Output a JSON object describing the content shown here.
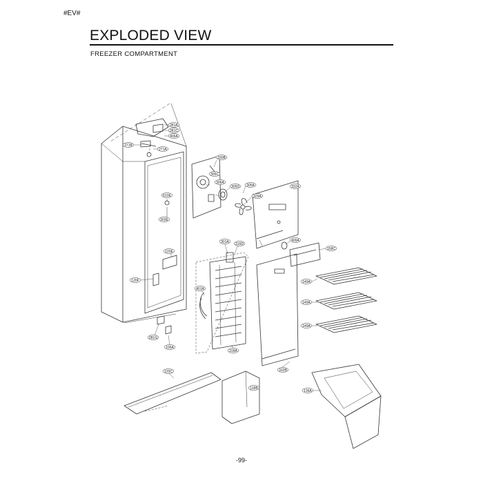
{
  "header": {
    "tag": "#EV#",
    "title": "EXPLODED VIEW",
    "subtitle": "FREEZER COMPARTMENT"
  },
  "footer": {
    "page": "-99-"
  },
  "callouts": {
    "c281A": "281A",
    "c281C": "281C",
    "c406A": "406A",
    "c271B": "271B",
    "c271A": "271A",
    "c330B": "330B",
    "c305C": "305C",
    "c306A": "306A",
    "c305D": "305D",
    "c305A": "305A",
    "c332A": "332A",
    "c329A": "329A",
    "c610E": "610E",
    "c303E": "303E",
    "c120E": "120E",
    "c120F": "120F",
    "c301A": "301A",
    "c316D": "316D",
    "c409A": "409A",
    "c158C": "158C",
    "c149A1": "149A",
    "c149A2": "149A",
    "c149A3": "149A",
    "c401A": "401A",
    "c281G": "281G",
    "c106A": "106A",
    "c318A": "318A",
    "c332B": "332B",
    "c120C": "120C",
    "c118B": "118B",
    "c136A": "136A"
  }
}
